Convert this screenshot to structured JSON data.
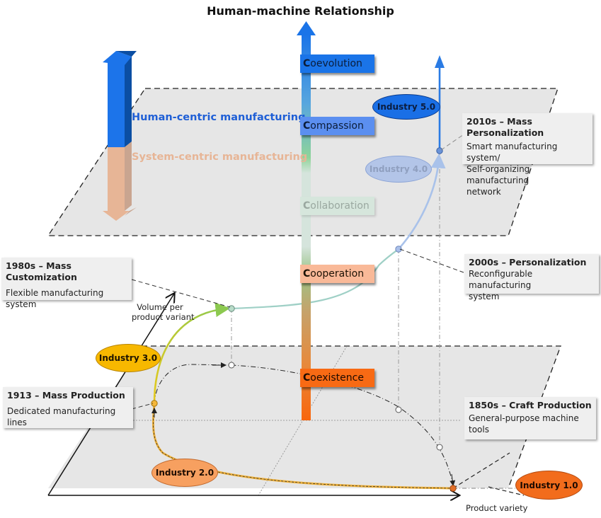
{
  "title": "Human-machine Relationship",
  "mfg_arrow": {
    "upper_label": "Human-centric manufacturing",
    "lower_label": "System-centric manufacturing",
    "upper_color": "#1f6fe0",
    "lower_color": "#e7b596"
  },
  "axes": {
    "y_label_line1": "Volume per",
    "y_label_line2": "product variant",
    "x_label": "Product variety"
  },
  "stages": [
    {
      "cap": "C",
      "rest": "oevolution",
      "color": "#1a74e8"
    },
    {
      "cap": "C",
      "rest": "ompassion",
      "color": "#5b8ff0"
    },
    {
      "cap": "C",
      "rest": "ollaboration",
      "color": "#d6e6dc"
    },
    {
      "cap": "C",
      "rest": "ooperation",
      "color": "#f9b998"
    },
    {
      "cap": "C",
      "rest": "oexistence",
      "color": "#f86a14"
    }
  ],
  "industries": [
    {
      "label": "Industry 5.0",
      "fill": "#1a6fe6",
      "stroke": "#0b3a8a"
    },
    {
      "label": "Industry 4.0",
      "fill": "#b3c5e8",
      "stroke": "#8aa3d6"
    },
    {
      "label": "Industry 3.0",
      "fill": "#f7b800",
      "stroke": "#b88400"
    },
    {
      "label": "Industry 2.0",
      "fill": "#f7a060",
      "stroke": "#c26a2e"
    },
    {
      "label": "Industry 1.0",
      "fill": "#f26c1c",
      "stroke": "#b24a10"
    }
  ],
  "callouts": [
    {
      "title": "2010s – Mass Personalization",
      "lines": [
        "Smart manufacturing system/",
        "Self-organizing manufacturing",
        "network"
      ]
    },
    {
      "title": "2000s – Personalization",
      "lines": [
        "Reconfigurable manufacturing",
        "system"
      ]
    },
    {
      "title": "1980s – Mass Customization",
      "lines": [
        "Flexible manufacturing system"
      ]
    },
    {
      "title": "1913 – Mass Production",
      "lines": [
        "Dedicated manufacturing lines"
      ]
    },
    {
      "title": "1850s – Craft Production",
      "lines": [
        "General-purpose machine tools"
      ]
    }
  ]
}
